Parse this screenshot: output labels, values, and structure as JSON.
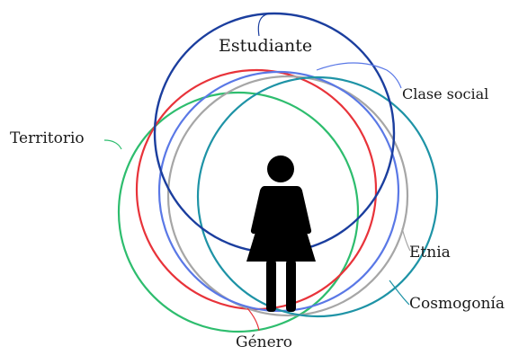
{
  "diagram": {
    "center_figure": "woman-figure-icon",
    "circles": [
      {
        "key": "territorio",
        "label": "Territorio",
        "color": "#2ebd6e"
      },
      {
        "key": "genero",
        "label": "Género",
        "color": "#e8333a"
      },
      {
        "key": "clase_social",
        "label": "Clase social",
        "color": "#5a78e6"
      },
      {
        "key": "etnia",
        "label": "Etnia",
        "color": "#a6a6a6"
      },
      {
        "key": "cosmogonia",
        "label": "Cosmogonía",
        "color": "#1e93a6"
      },
      {
        "key": "estudiante",
        "label": "Estudiante",
        "color": "#1b3e9e"
      }
    ]
  }
}
